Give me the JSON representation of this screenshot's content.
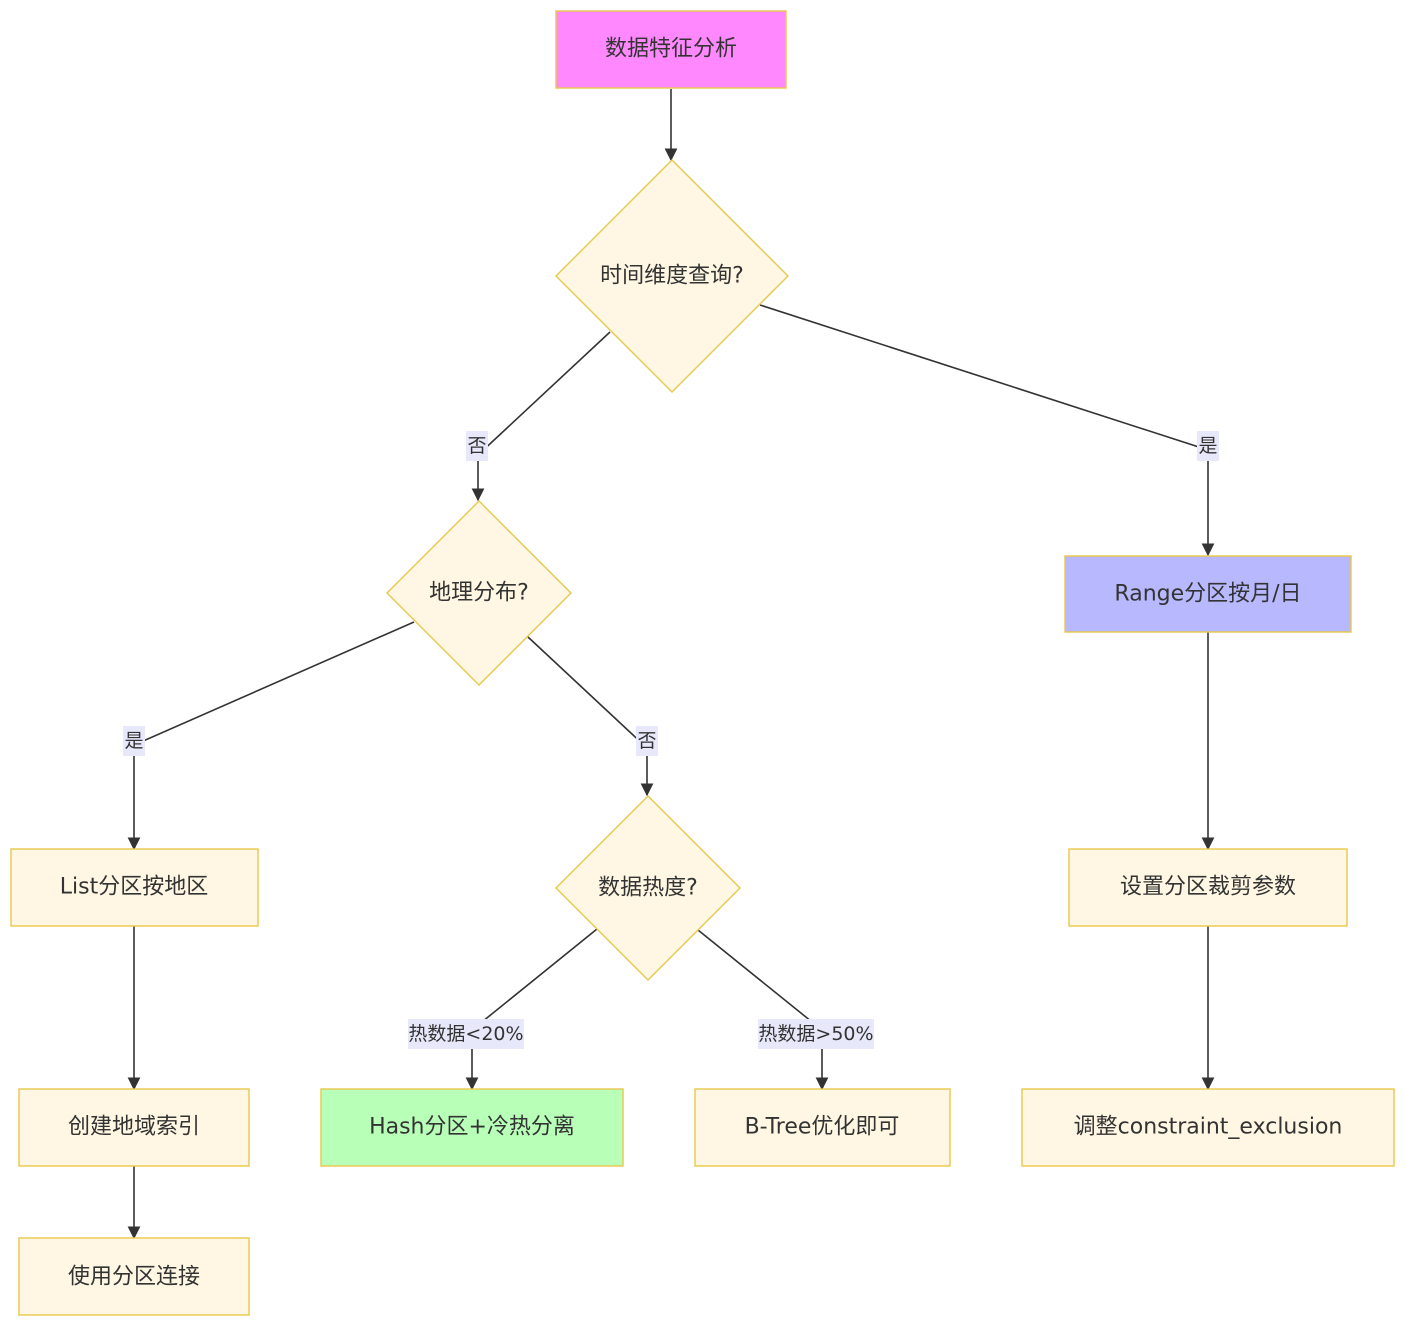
{
  "colors": {
    "default_fill": "#fff7e3",
    "border": "#e8c84a",
    "start_fill": "#ff88ff",
    "range_fill": "#b8b8ff",
    "hash_fill": "#b8ffb8",
    "edge_label_bg": "#e8e8fb",
    "line": "#333333"
  },
  "nodes": {
    "start": "数据特征分析",
    "q_time": "时间维度查询?",
    "q_geo": "地理分布?",
    "q_hot": "数据热度?",
    "range": "Range分区按月/日",
    "list": "List分区按地区",
    "geo_index": "创建地域索引",
    "partition_join": "使用分区连接",
    "hash": "Hash分区+冷热分离",
    "btree": "B-Tree优化即可",
    "prune": "设置分区裁剪参数",
    "constraint": "调整constraint_exclusion"
  },
  "edge_labels": {
    "time_no": "否",
    "time_yes": "是",
    "geo_yes": "是",
    "geo_no": "否",
    "hot_low": "热数据<20%",
    "hot_high": "热数据>50%"
  }
}
